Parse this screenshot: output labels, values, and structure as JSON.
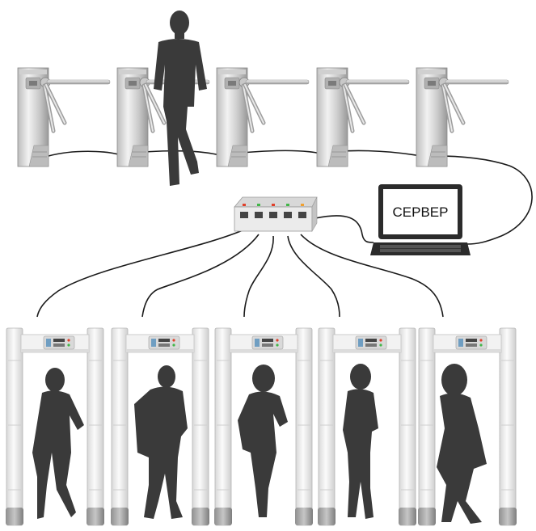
{
  "server": {
    "label": "СЕРВЕР"
  },
  "colors": {
    "silhouette": "#3a3a3a",
    "cable": "#1a1a1a",
    "steel_light": "#e4e4e4",
    "steel_dark": "#9a9a9a",
    "frame": "#eeeeee",
    "led_red": "#e0402a",
    "led_green": "#43b649",
    "led_orange": "#f0a030"
  },
  "turnstiles": [
    {
      "id": "t1"
    },
    {
      "id": "t2"
    },
    {
      "id": "t3"
    },
    {
      "id": "t4"
    },
    {
      "id": "t5"
    }
  ],
  "metal_detectors": [
    {
      "id": "d1",
      "person": "woman-jacket"
    },
    {
      "id": "d2",
      "person": "man-phone"
    },
    {
      "id": "d3",
      "person": "woman-phone"
    },
    {
      "id": "d4",
      "person": "woman-slim"
    },
    {
      "id": "d5",
      "person": "woman-dress"
    }
  ],
  "hub": {
    "icon": "network-hub-icon",
    "ports": 5
  }
}
